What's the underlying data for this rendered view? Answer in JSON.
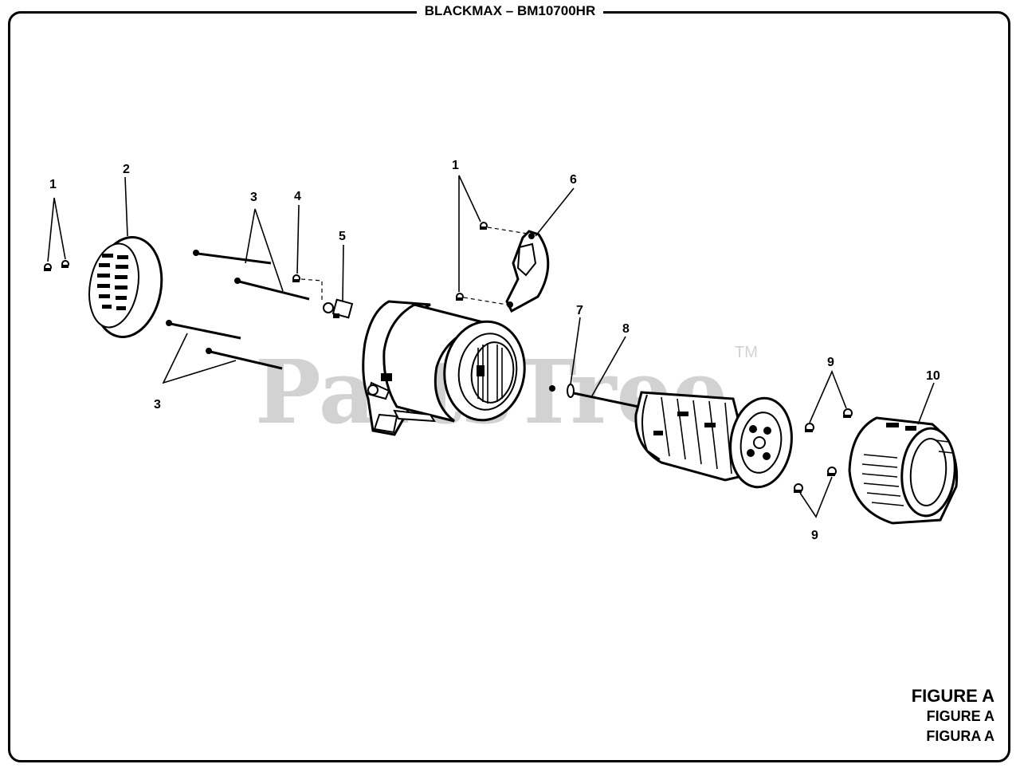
{
  "header": {
    "title": "BLACKMAX – BM10700HR"
  },
  "watermark": {
    "text": "PartsTree",
    "trademark": "TM"
  },
  "callouts": {
    "c1a": "1",
    "c2": "2",
    "c3a": "3",
    "c3b": "3",
    "c4": "4",
    "c5": "5",
    "c1b": "1",
    "c6": "6",
    "c7": "7",
    "c8": "8",
    "c9a": "9",
    "c9b": "9",
    "c10": "10"
  },
  "figure_labels": {
    "line1": "FIGURE A",
    "line2": "FIGURE A",
    "line3": "FIGURA A"
  }
}
